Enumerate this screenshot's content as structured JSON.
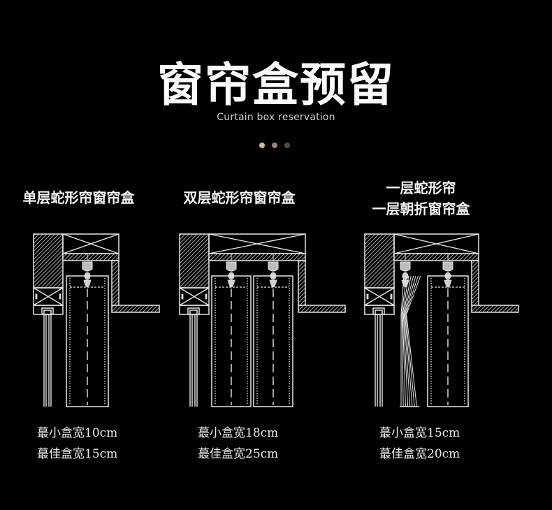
{
  "header": {
    "title": "窗帘盒预留",
    "subtitle": "Curtain box reservation",
    "dots": [
      {
        "color": "#d9b98a"
      },
      {
        "color": "#9c8870"
      },
      {
        "color": "#4e4a42"
      }
    ]
  },
  "colors": {
    "background": "#000000",
    "line": "#e6e6e6",
    "text": "#f2f2f2"
  },
  "panels": [
    {
      "title_lines": [
        "单层蛇形帘窗帘盒"
      ],
      "curtain_type": "single-snake",
      "tracks": 1,
      "min_width": "蕞小盒宽10cm",
      "best_width": "蕞佳盒宽15cm"
    },
    {
      "title_lines": [
        "双层蛇形帘窗帘盒"
      ],
      "curtain_type": "double-snake",
      "tracks": 2,
      "min_width": "蕞小盒宽18cm",
      "best_width": "蕞佳盒宽25cm"
    },
    {
      "title_lines": [
        "一层蛇形帘",
        "一层朝折窗帘盒"
      ],
      "curtain_type": "snake-plus-pleated",
      "tracks": 2,
      "min_width": "蕞小盒宽15cm",
      "best_width": "蕞佳盒宽20cm"
    }
  ]
}
